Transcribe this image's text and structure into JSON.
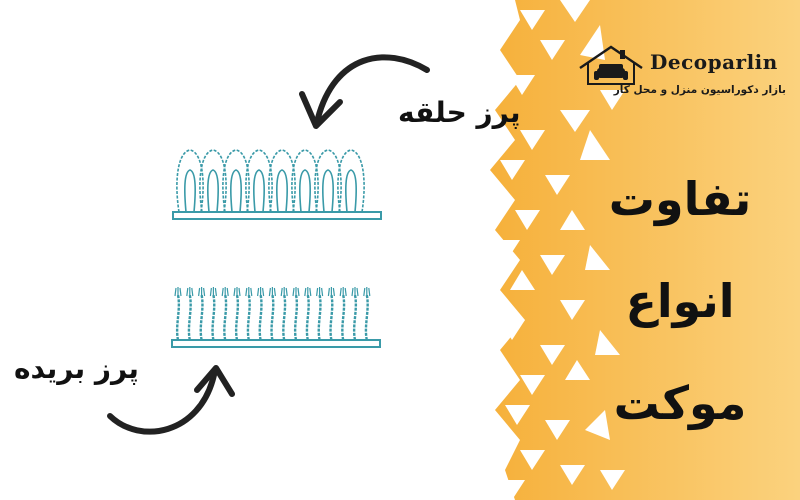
{
  "brand": {
    "name": "Decoparlin",
    "tagline": "بازار دکوراسیون منزل و محل کار"
  },
  "title": {
    "line1": "تفاوت",
    "line2": "انواع",
    "line3": "موکت"
  },
  "labels": {
    "loop_pile": "پرز حلقه",
    "cut_pile": "پرز بریده"
  },
  "colors": {
    "panel_orange": "#f7b740",
    "panel_light": "#fbd07a",
    "triangle_white": "#ffffff",
    "diagram_teal": "#3a9aa8",
    "arrow": "#222222",
    "text": "#111111"
  },
  "icons": {
    "logo": "house-sofa-logo-icon",
    "arrow_top": "curved-arrow-icon",
    "arrow_bottom": "curved-arrow-icon"
  }
}
